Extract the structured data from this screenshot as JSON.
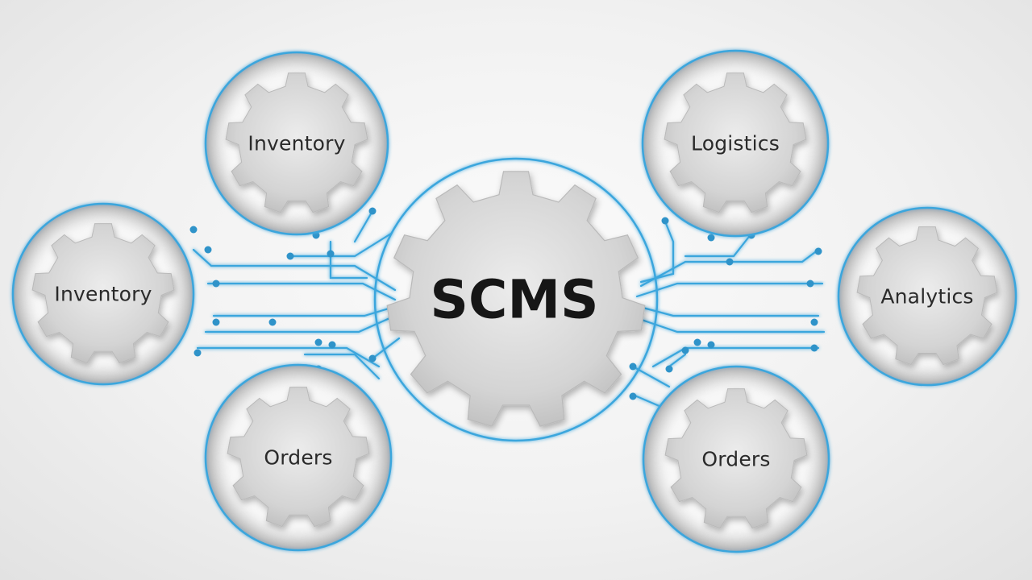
{
  "hub": {
    "label": "SCMS"
  },
  "nodes": [
    {
      "id": "inventory-top",
      "label": "Inventory"
    },
    {
      "id": "inventory-left",
      "label": "Inventory"
    },
    {
      "id": "orders-left",
      "label": "Orders"
    },
    {
      "id": "logistics",
      "label": "Logistics"
    },
    {
      "id": "analytics",
      "label": "Analytics"
    },
    {
      "id": "orders-right",
      "label": "Orders"
    }
  ],
  "colors": {
    "accent": "#3aa6dd",
    "gear_fill": "#d6d6d6",
    "gear_edge": "#b9b9b9",
    "background": "#f3f3f3",
    "text": "#2a2a2a"
  },
  "icons": [
    "gear-icon",
    "circuit-trace-icon"
  ]
}
